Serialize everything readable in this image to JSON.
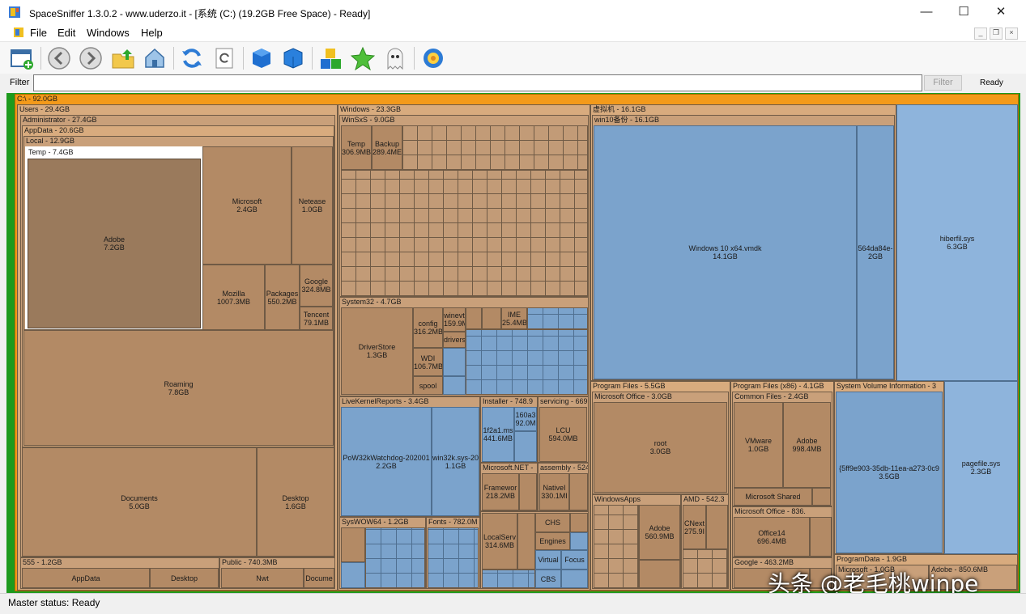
{
  "window": {
    "title": "SpaceSniffer 1.3.0.2 - www.uderzo.it - [系统 (C:) (19.2GB Free Space) - Ready]",
    "minimize": "—",
    "maximize": "☐",
    "close": "✕"
  },
  "menu": {
    "file": "File",
    "edit": "Edit",
    "windows": "Windows",
    "help": "Help",
    "mdi_min": "_",
    "mdi_restore": "❐",
    "mdi_close": "×"
  },
  "filter": {
    "label": "Filter",
    "value": "",
    "button": "Filter",
    "ready": "Ready"
  },
  "status": "Master status: Ready",
  "watermark": "头条 @老毛桃winpe",
  "map": {
    "root": "C:\\ - 92.0GB",
    "users": "Users - 29.4GB",
    "administrator": "Administrator - 27.4GB",
    "appdata": "AppData - 20.6GB",
    "local": "Local - 12.9GB",
    "temp": "Temp - 7.4GB",
    "adobe": [
      "Adobe",
      "7.2GB"
    ],
    "microsoft": [
      "Microsoft",
      "2.4GB"
    ],
    "netease": [
      "Netease",
      "1.0GB"
    ],
    "mozilla": [
      "Mozilla",
      "1007.3MB"
    ],
    "packages": [
      "Packages",
      "550.2MB"
    ],
    "google": [
      "Google",
      "324.8MB"
    ],
    "tencent": [
      "Tencent",
      "79.1MB"
    ],
    "roaming": [
      "Roaming",
      "7.8GB"
    ],
    "documents": [
      "Documents",
      "5.0GB"
    ],
    "desktop": [
      "Desktop",
      "1.6GB"
    ],
    "u555": "555 - 1.2GB",
    "u555_appdata": "AppData",
    "u555_desktop": "Desktop",
    "public": "Public - 740.3MB",
    "public_nwt": "Nwt",
    "public_docume": "Docume",
    "windows": "Windows - 23.3GB",
    "winsxs": "WinSxS - 9.0GB",
    "sxs_temp": [
      "Temp",
      "306.9MB"
    ],
    "sxs_backup": [
      "Backup",
      "289.4ME"
    ],
    "system32": "System32 - 4.7GB",
    "driverstore": [
      "DriverStore",
      "1.3GB"
    ],
    "config": [
      "config",
      "316.2MB"
    ],
    "winevt": [
      "winevt",
      "159.9M"
    ],
    "drivers": "drivers",
    "wdi": [
      "WDI",
      "106.7MB"
    ],
    "spool": "spool",
    "ime": [
      "IME",
      "25.4MB"
    ],
    "livekernel": "LiveKernelReports - 3.4GB",
    "pow32k": [
      "PoW32kWatchdog-202001",
      "2.2GB"
    ],
    "win32k": [
      "win32k.sys-20",
      "1.1GB"
    ],
    "installer": "Installer - 748.9",
    "inst_1f2a": [
      "1f2a1.ms",
      "441.6MB"
    ],
    "inst_160a": [
      "160a3",
      "92.0M"
    ],
    "servicing": "servicing - 669",
    "lcu": [
      "LCU",
      "594.0MB"
    ],
    "msnet": "Microsoft.NET -",
    "framework": [
      "Framewor",
      "218.2MB"
    ],
    "assembly": "assembly - 524",
    "nativei": [
      "NativeI",
      "330.1MI"
    ],
    "syswow64": "SysWOW64 - 1.2GB",
    "fonts": "Fonts - 782.0M",
    "localserv": [
      "LocalServ",
      "314.6MB"
    ],
    "chs": "CHS",
    "engines": "Engines",
    "virtual": "Virtual",
    "focus": "Focus",
    "cbs": "CBS",
    "vm": "虚拟机 - 16.1GB",
    "win10bak": "win10备份 - 16.1GB",
    "vmdk": [
      "Windows 10 x64.vmdk",
      "14.1GB"
    ],
    "vm_564": [
      "564da84e-",
      "2GB"
    ],
    "hiberfil": [
      "hiberfil.sys",
      "6.3GB"
    ],
    "progfiles": "Program Files - 5.5GB",
    "msoffice": "Microsoft Office - 3.0GB",
    "msoffice_root": [
      "root",
      "3.0GB"
    ],
    "windowsapps": "WindowsApps",
    "wa_adobe": [
      "Adobe",
      "560.9MB"
    ],
    "amd": "AMD - 542.3",
    "cnext": [
      "CNext",
      "275.9I"
    ],
    "progfilesx86": "Program Files (x86) - 4.1GB",
    "commonfiles": "Common Files - 2.4GB",
    "vmware": [
      "VMware",
      "1.0GB"
    ],
    "cf_adobe": [
      "Adobe",
      "998.4MB"
    ],
    "msshared": "Microsoft Shared",
    "msoffice86": "Microsoft Office - 836.",
    "office14": [
      "Office14",
      "696.4MB"
    ],
    "google86": "Google - 463.2MB",
    "svi": "System Volume Information - 3",
    "svi_file": [
      "{5ff9e903-35db-11ea-a273-0c9",
      "3.5GB"
    ],
    "pagefile": [
      "pagefile.sys",
      "2.3GB"
    ],
    "programdata": "ProgramData - 1.9GB",
    "pd_microsoft": "Microsoft - 1.0GB",
    "pd_adobe": "Adobe - 850.6MB"
  }
}
